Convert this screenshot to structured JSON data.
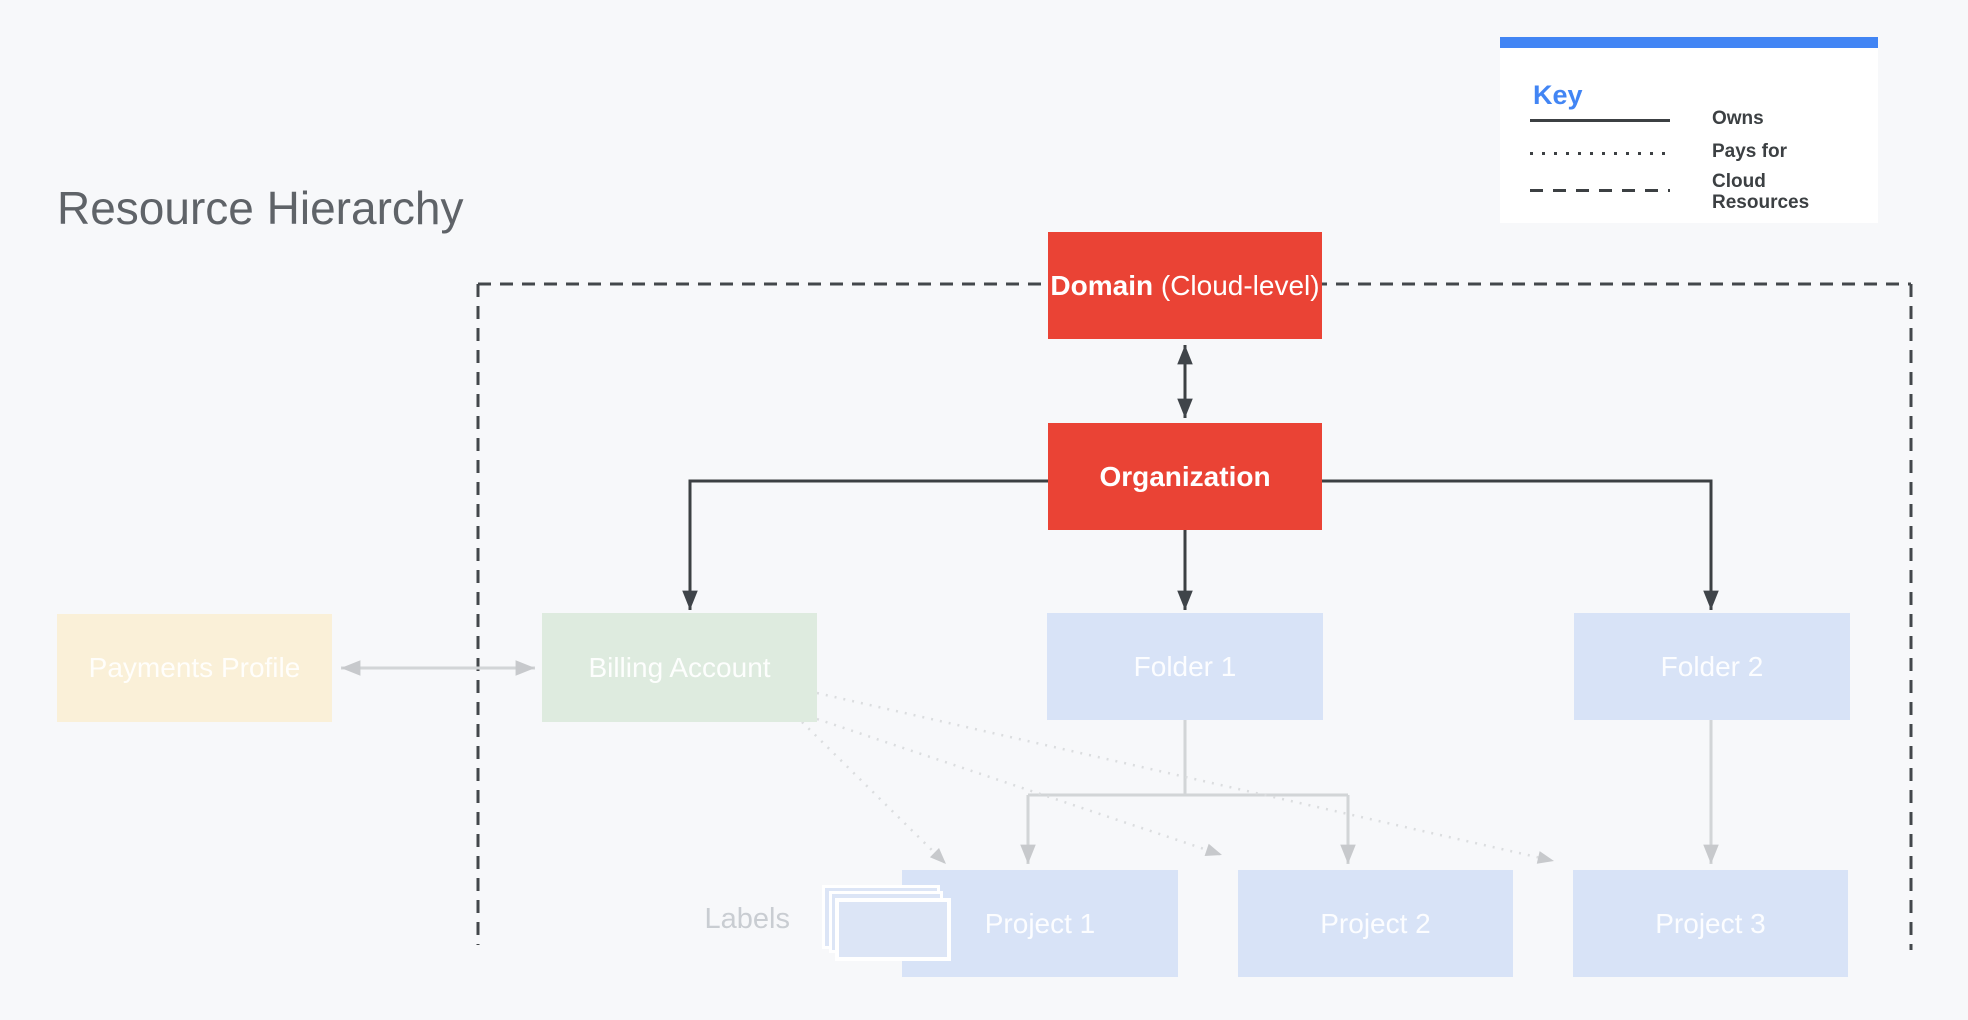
{
  "title": "Resource Hierarchy",
  "key": {
    "heading": "Key",
    "items": [
      {
        "line_style": "solid",
        "label": "Owns"
      },
      {
        "line_style": "dotted",
        "label": "Pays for"
      },
      {
        "line_style": "dashed",
        "label": "Cloud Resources"
      }
    ]
  },
  "nodes": {
    "domain_bold": "Domain",
    "domain_rest": "(Cloud-level)",
    "organization": "Organization",
    "payments_profile": "Payments Profile",
    "billing_account": "Billing Account",
    "folder_1": "Folder 1",
    "folder_2": "Folder 2",
    "project_1": "Project 1",
    "project_2": "Project 2",
    "project_3": "Project 3",
    "labels_caption": "Labels"
  },
  "colors": {
    "red_node": "#EA4335",
    "blue_accent": "#4285F4",
    "light_blue_node": "#D8E3F7",
    "light_green_node": "#DEEBDF",
    "cream_node": "#FAF0D8",
    "dark_line": "#3C4043",
    "gray_line": "#D2D5D7",
    "dotted_line": "#DBDDDF",
    "background": "#F7F8FA",
    "title_text": "#5F6368"
  }
}
